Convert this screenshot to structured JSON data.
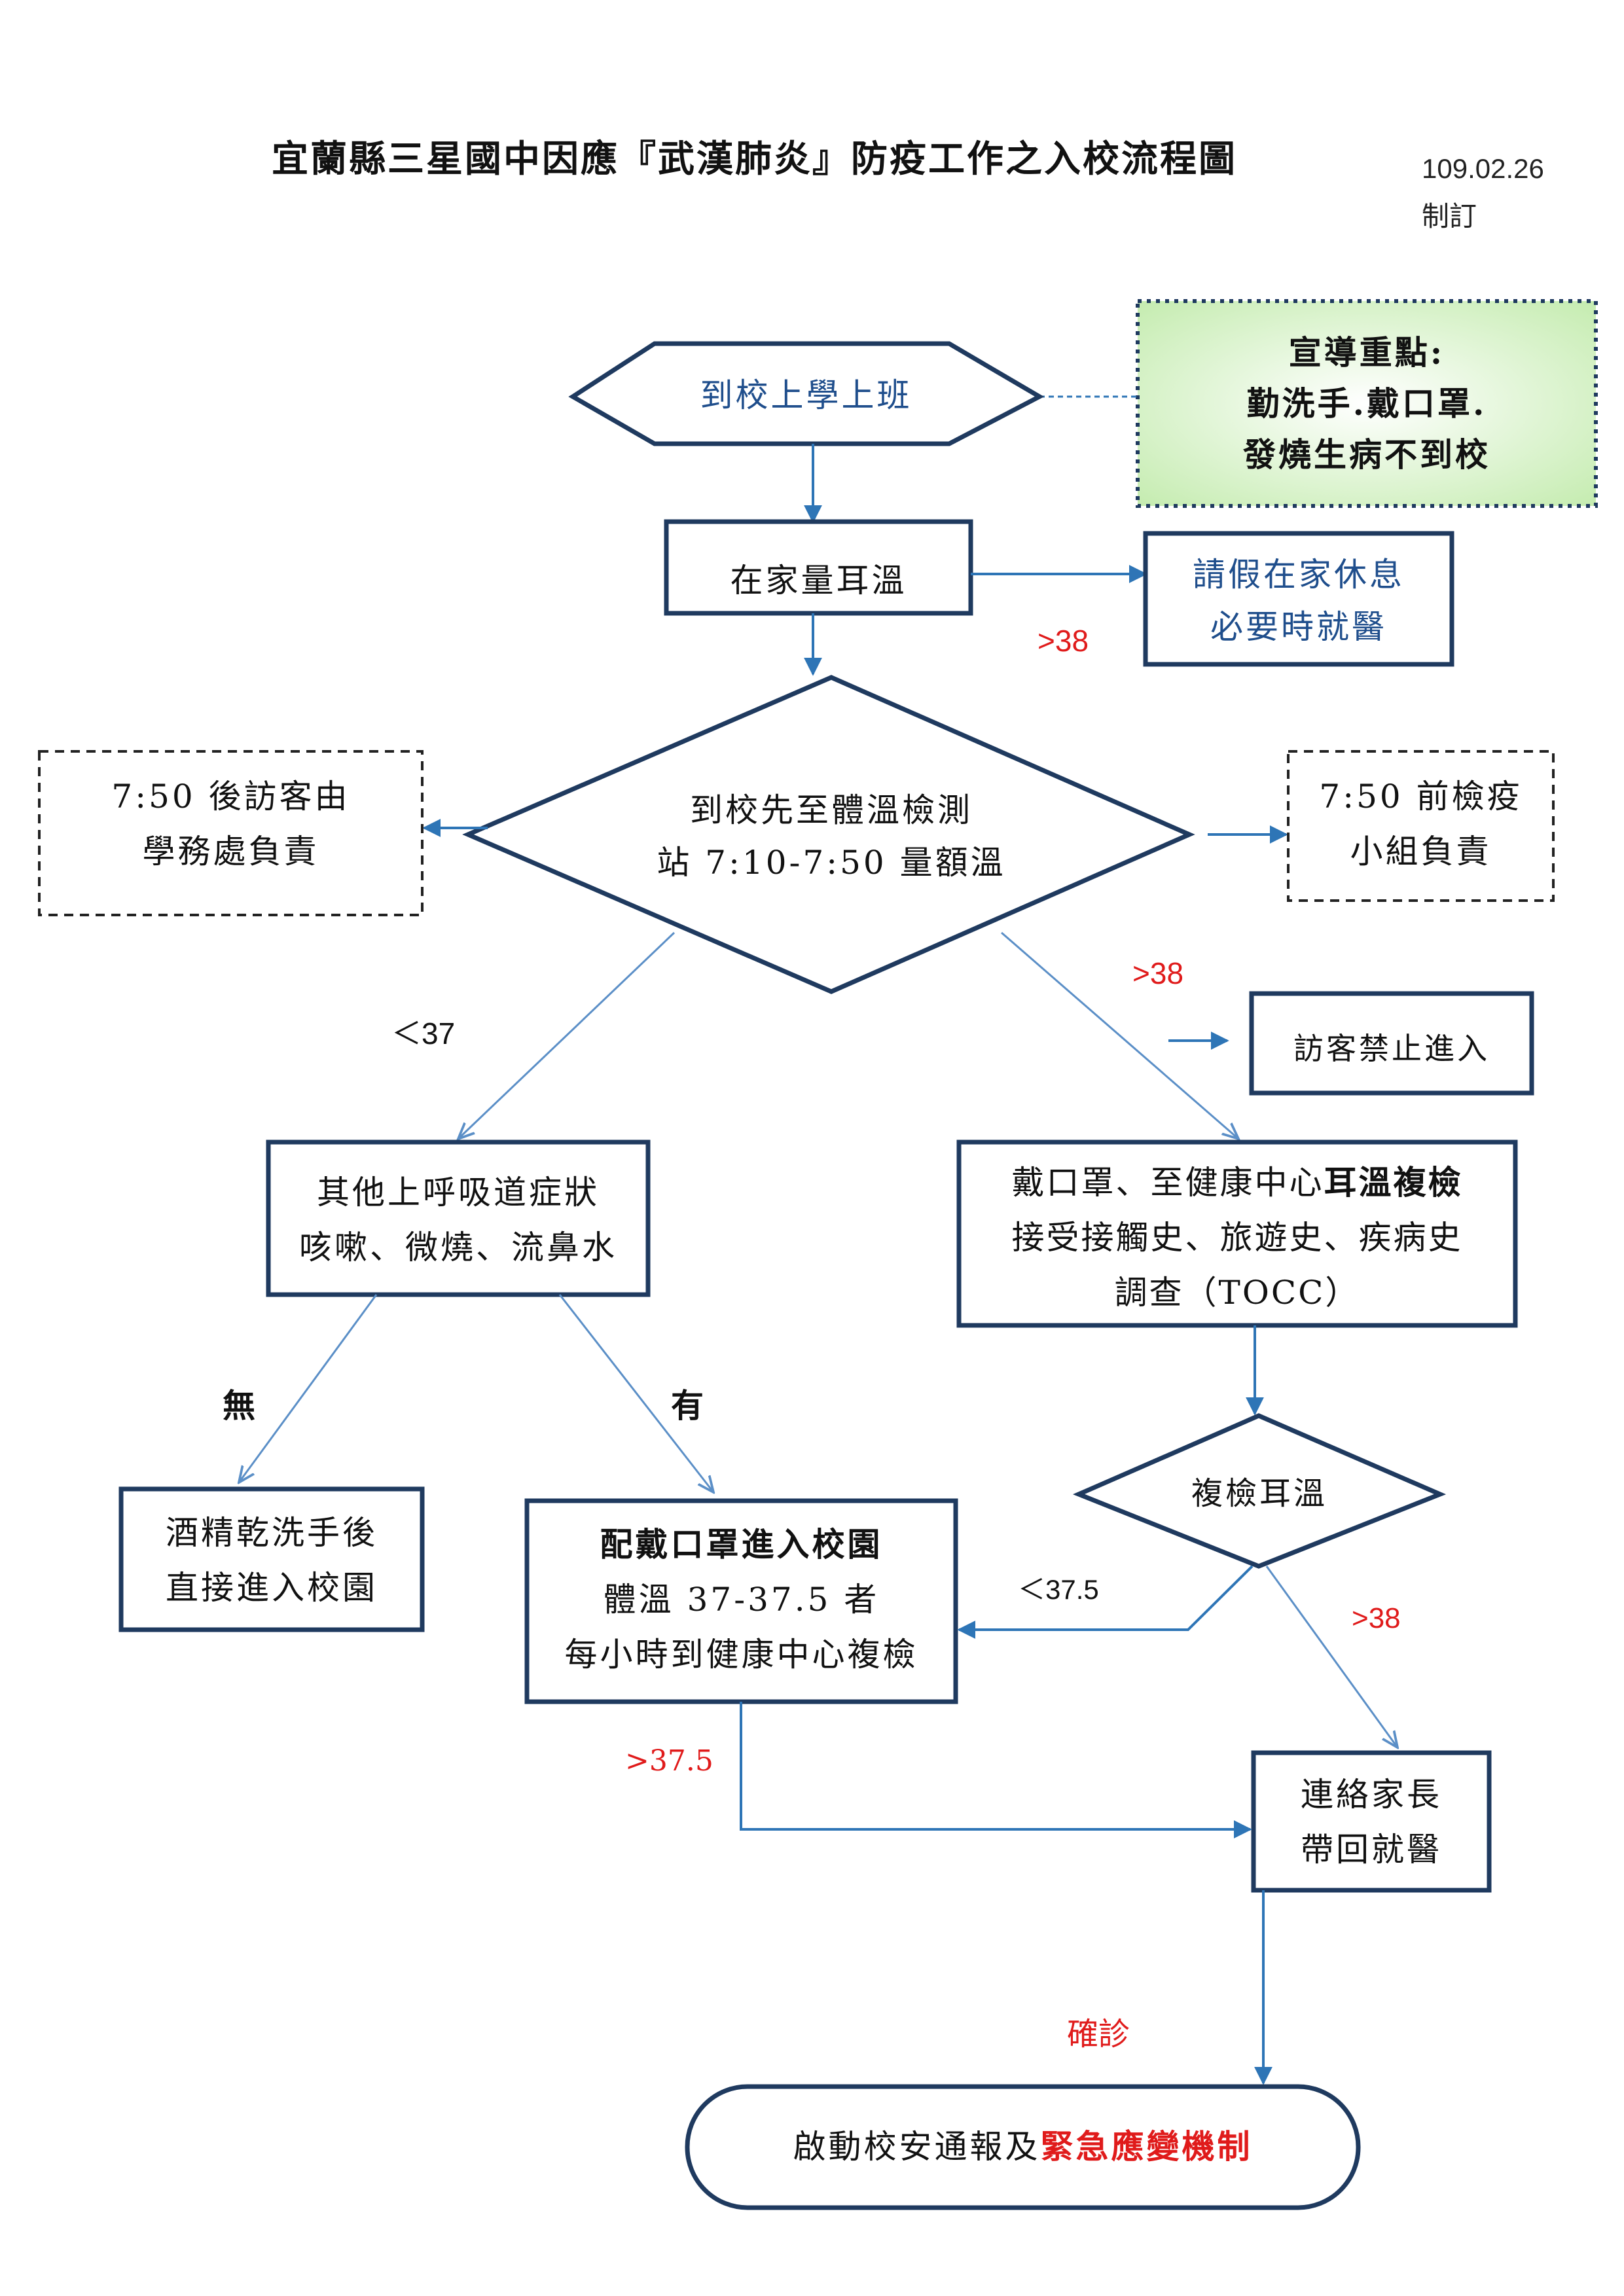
{
  "header": {
    "title": "宜蘭縣三星國中因應『武漢肺炎』防疫工作之入校流程圖",
    "date": "109.02.26",
    "date_note": "制訂"
  },
  "promo": {
    "title": "宣導重點:",
    "line1": "勤洗手.戴口罩.",
    "line2": "發燒生病不到校"
  },
  "nodes": {
    "start": "到校上學上班",
    "home_temp": "在家量耳溫",
    "stay_home_1": "請假在家休息",
    "stay_home_2": "必要時就醫",
    "checkpoint_1": "到校先至體溫檢測",
    "checkpoint_2": "站 7:10-7:50 量額溫",
    "visitor_after_1": "7:50 後訪客由",
    "visitor_after_2": "學務處負責",
    "before_750_1": "7:50 前檢疫",
    "before_750_2": "小組負責",
    "visitor_ban": "訪客禁止進入",
    "symptoms_1": "其他上呼吸道症狀",
    "symptoms_2": "咳嗽、微燒、流鼻水",
    "recheck_1a": "戴口罩、至健康中心",
    "recheck_1b": "耳溫複檢",
    "recheck_2": "接受接觸史、旅遊史、疾病史",
    "recheck_3": "調查（TOCC）",
    "wash": "酒精乾洗手後",
    "wash_2": "直接進入校園",
    "mask_1": "配戴口罩進入校園",
    "mask_2": "體溫 37-37.5 者",
    "mask_3": "每小時到健康中心複檢",
    "recheck_ear": "複檢耳溫",
    "parents_1": "連絡家長",
    "parents_2": "帶回就醫",
    "terminal_a": "啟動校安通報及",
    "terminal_b": "緊急應變機制"
  },
  "labels": {
    "gt38_home": ">38",
    "gt38_check": ">38",
    "lt37": "＜37",
    "none": "無",
    "yes": "有",
    "lt375": "＜37.5",
    "gt38_recheck": ">38",
    "gt375": ">37.5",
    "confirmed": "確診"
  },
  "colors": {
    "outline": "#1f3a5f",
    "arrow": "#2e75b6",
    "accent_red": "#e01b1b",
    "promo_fill": "#d4f2c4"
  }
}
